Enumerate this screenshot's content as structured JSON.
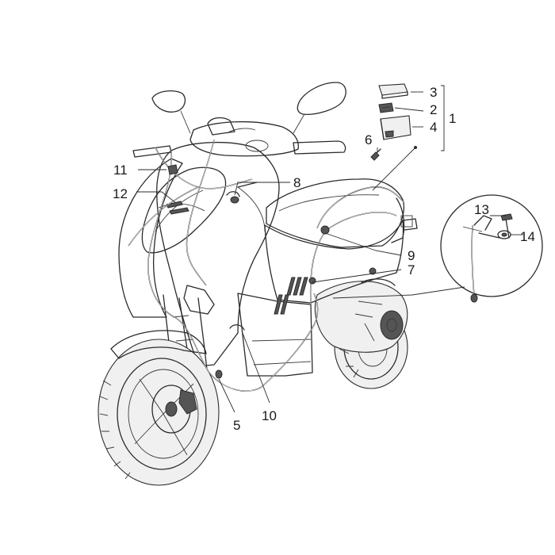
{
  "colors": {
    "line": "#2b2b2b",
    "background": "#ffffff",
    "label": "#1a1a1a"
  },
  "labels": {
    "l1": "1",
    "l2": "2",
    "l3": "3",
    "l4": "4",
    "l5": "5",
    "l6": "6",
    "l7": "7",
    "l8": "8",
    "l9": "9",
    "l10": "10",
    "l11": "11",
    "l12": "12",
    "l13": "13",
    "l14": "14"
  }
}
